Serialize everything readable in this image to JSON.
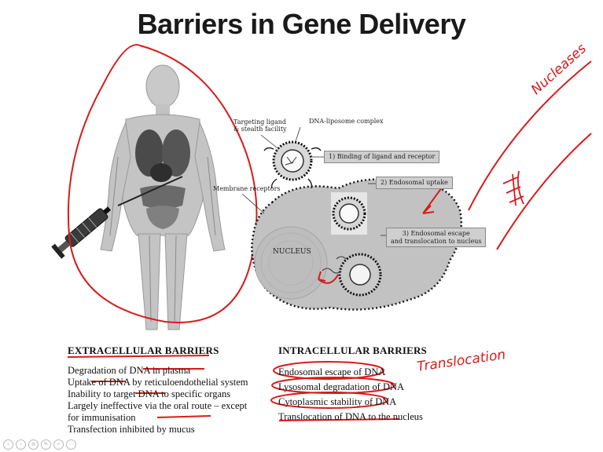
{
  "slide": {
    "title": "Barriers in Gene Delivery"
  },
  "diagram": {
    "labels": {
      "dna_liposome": "DNA-liposome complex",
      "targeting_ligand": "Targeting ligand\n& stealth facility",
      "membrane_receptors": "Membrane receptors",
      "nucleus": "NUCLEUS"
    },
    "steps": [
      "1) Binding of ligand and receptor",
      "2) Endosomal uptake",
      "3) Endosomal escape\nand translocation to nucleus"
    ]
  },
  "extracellular": {
    "heading": "EXTRACELLULAR BARRIERS",
    "items": [
      "Degradation of DNA in plasma",
      "Uptake of DNA by reticuloendothelial system",
      "Inability to target DNA to specific organs",
      "Largely ineffective via the oral route – except",
      "for immunisation",
      "Transfection inhibited by mucus"
    ]
  },
  "intracellular": {
    "heading": "INTRACELLULAR BARRIERS",
    "items": [
      "Endosomal escape of DNA",
      "Lysosomal degradation of DNA",
      "Cytoplasmic stability of DNA",
      "Translocation of DNA to the nucleus"
    ]
  },
  "annotations": {
    "nucleases": "Nucleases",
    "translocation": "Translocation",
    "ink_color": "#d81b1b"
  },
  "nav": {
    "icons": [
      "back-icon",
      "forward-icon",
      "menu-icon",
      "pen-icon",
      "zoom-icon",
      "more-icon"
    ]
  }
}
